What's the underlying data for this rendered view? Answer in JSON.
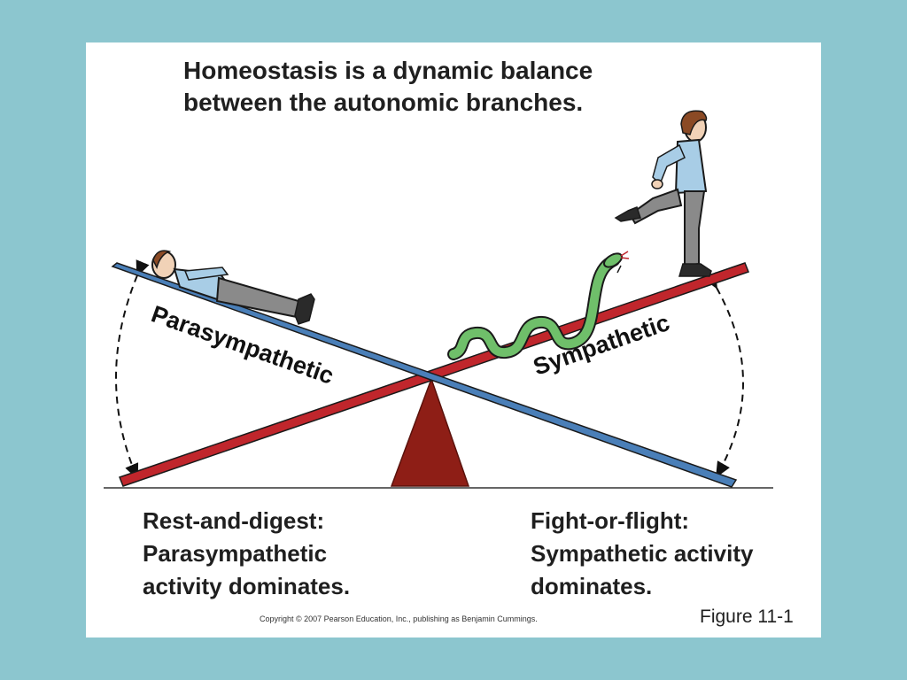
{
  "heading": {
    "line1": "Homeostasis is a dynamic balance",
    "line2": "between the autonomic branches."
  },
  "beams": {
    "parasympathetic_label": "Parasympathetic",
    "sympathetic_label": "Sympathetic"
  },
  "captions": {
    "left": [
      "Rest-and-digest:",
      "Parasympathetic",
      "activity dominates."
    ],
    "right": [
      "Fight-or-flight:",
      "Sympathetic activity",
      "dominates."
    ]
  },
  "copyright": "Copyright © 2007 Pearson Education, Inc., publishing as Benjamin Cummings.",
  "figure_label": "Figure 11-1",
  "colors": {
    "background": "#8cc6cf",
    "parasympathetic_beam": "#4a7fb8",
    "sympathetic_beam": "#c0262c",
    "fulcrum": "#8e1e16",
    "snake": "#6fbf6a",
    "shirt": "#a8cde6",
    "trousers": "#8a8a8a"
  }
}
